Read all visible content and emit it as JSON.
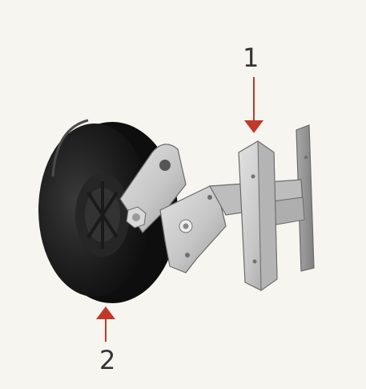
{
  "callouts": [
    {
      "number": "1",
      "target": "mounting-bracket"
    },
    {
      "number": "2",
      "target": "wheel"
    }
  ],
  "colors": {
    "background": "#f6f5ef",
    "arrow": "#c0392b",
    "tire": "#1a1a1a",
    "hub": "#2b2b2b",
    "metal": "#cfcfcf",
    "metal_shadow": "#9a9a9a",
    "metal_outline": "#6a6a6a",
    "text": "#333333"
  }
}
